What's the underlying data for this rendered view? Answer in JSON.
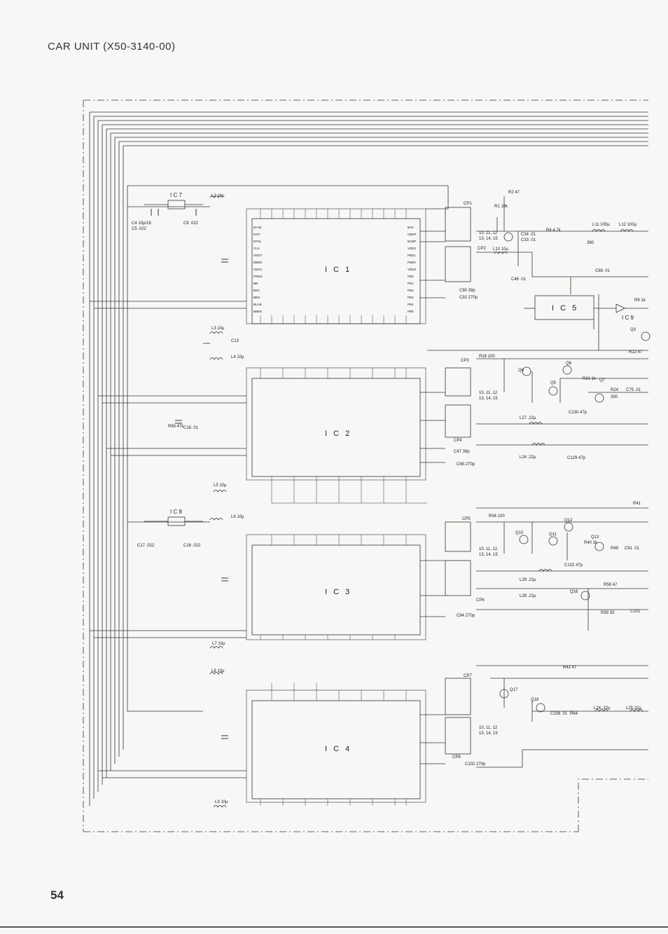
{
  "page": {
    "title": "CAR UNIT (X50-3140-00)",
    "number": "54"
  },
  "ics": {
    "ic1": "I C 1",
    "ic2": "I C 2",
    "ic3": "I C 3",
    "ic4": "I C 4",
    "ic5": "I C 5",
    "ic7": "I C 7",
    "ic8": "I C 8",
    "ic9": "I C 9"
  },
  "connectors": {
    "cp1": "CP1",
    "cp2": "CP2",
    "cp3": "CP3",
    "cp4": "CP4",
    "cp5": "CP5",
    "cp6": "CP6",
    "cp7": "CP7",
    "cp8": "CP8"
  },
  "components": {
    "l2": "L2 10µ",
    "l3": "L3 10µ",
    "l4": "L4 10µ",
    "l5": "L5 10µ",
    "l6": "L6 10µ",
    "l7": "L7 10µ",
    "l8": "L8 10µ",
    "l9": "L9 10µ",
    "l10": "L10 10µ",
    "l11": "L11 100µ",
    "l12": "L12 100µ",
    "l24": "L24 .22µ",
    "l25": "L25 22µ",
    "l27": "L27 .22µ",
    "l28": "L28 .22µ",
    "l29": "L29 .22µ",
    "r1": "R1 10k",
    "r2": "R2 47",
    "r4": "R4 4.7k",
    "r9": "R9 1k",
    "r18": "R18 100",
    "r21": "R21 1k",
    "r22": "R22 47",
    "r24": "R24",
    "r34": "R34 100",
    "r40": "R40 1k",
    "r41": "R41",
    "r42": "R42 47",
    "r49": "R49",
    "r58": "R58 47",
    "r59": "R59 33",
    "r64": "R64",
    "r65": "R65 47k",
    "c4": "C4 10µ/16",
    "c5": "C5 .022",
    "c6": "C6 .022",
    "c13": "C13",
    "c16": "C16 .01",
    "c17": "C17 .022",
    "c18": "C18 .022",
    "c33": "C33 .01",
    "c34": "C34 .01",
    "c46": "C46 .01",
    "c47": "C47 39p",
    "c68": "C68 270p",
    "c69": "C69 .01",
    "c75": "C75 .01",
    "c84": "C84 270p",
    "c90": "C90 39p",
    "c91": "C91 .01",
    "c92": "C92 270p",
    "c101": "C101",
    "c102": "C102 270p",
    "c108": "C108 .01",
    "c129": "C129 47p",
    "c130": "C130 47p",
    "c132": "C132 47p",
    "v330": "330",
    "v390": "390"
  },
  "transistors": {
    "q3": "Q3",
    "q4": "Q4",
    "q5": "Q5",
    "q6": "Q6",
    "q7": "Q7",
    "q10": "Q10",
    "q11": "Q11",
    "q12": "Q12",
    "q13": "Q13",
    "q16": "Q16",
    "q17": "Q17",
    "q18": "Q18"
  },
  "pins": {
    "right": [
      "BA0",
      "CBDP",
      "BCBP",
      "VDD2",
      "PBD1",
      "PBD0",
      "VDD3",
      "PB0",
      "PB1",
      "PB2",
      "PB3",
      "PB4",
      "PB5"
    ],
    "left": [
      "BA1B",
      "EXIT",
      "EPSL",
      "CLK",
      "VDDT",
      "BBEN",
      "VDD4",
      "PREN",
      "BB",
      "BSC",
      "BEN",
      "BLAB",
      "BBEN"
    ]
  },
  "connector_notes": {
    "a": "10, 11, 12",
    "b": "13, 14, 15"
  }
}
